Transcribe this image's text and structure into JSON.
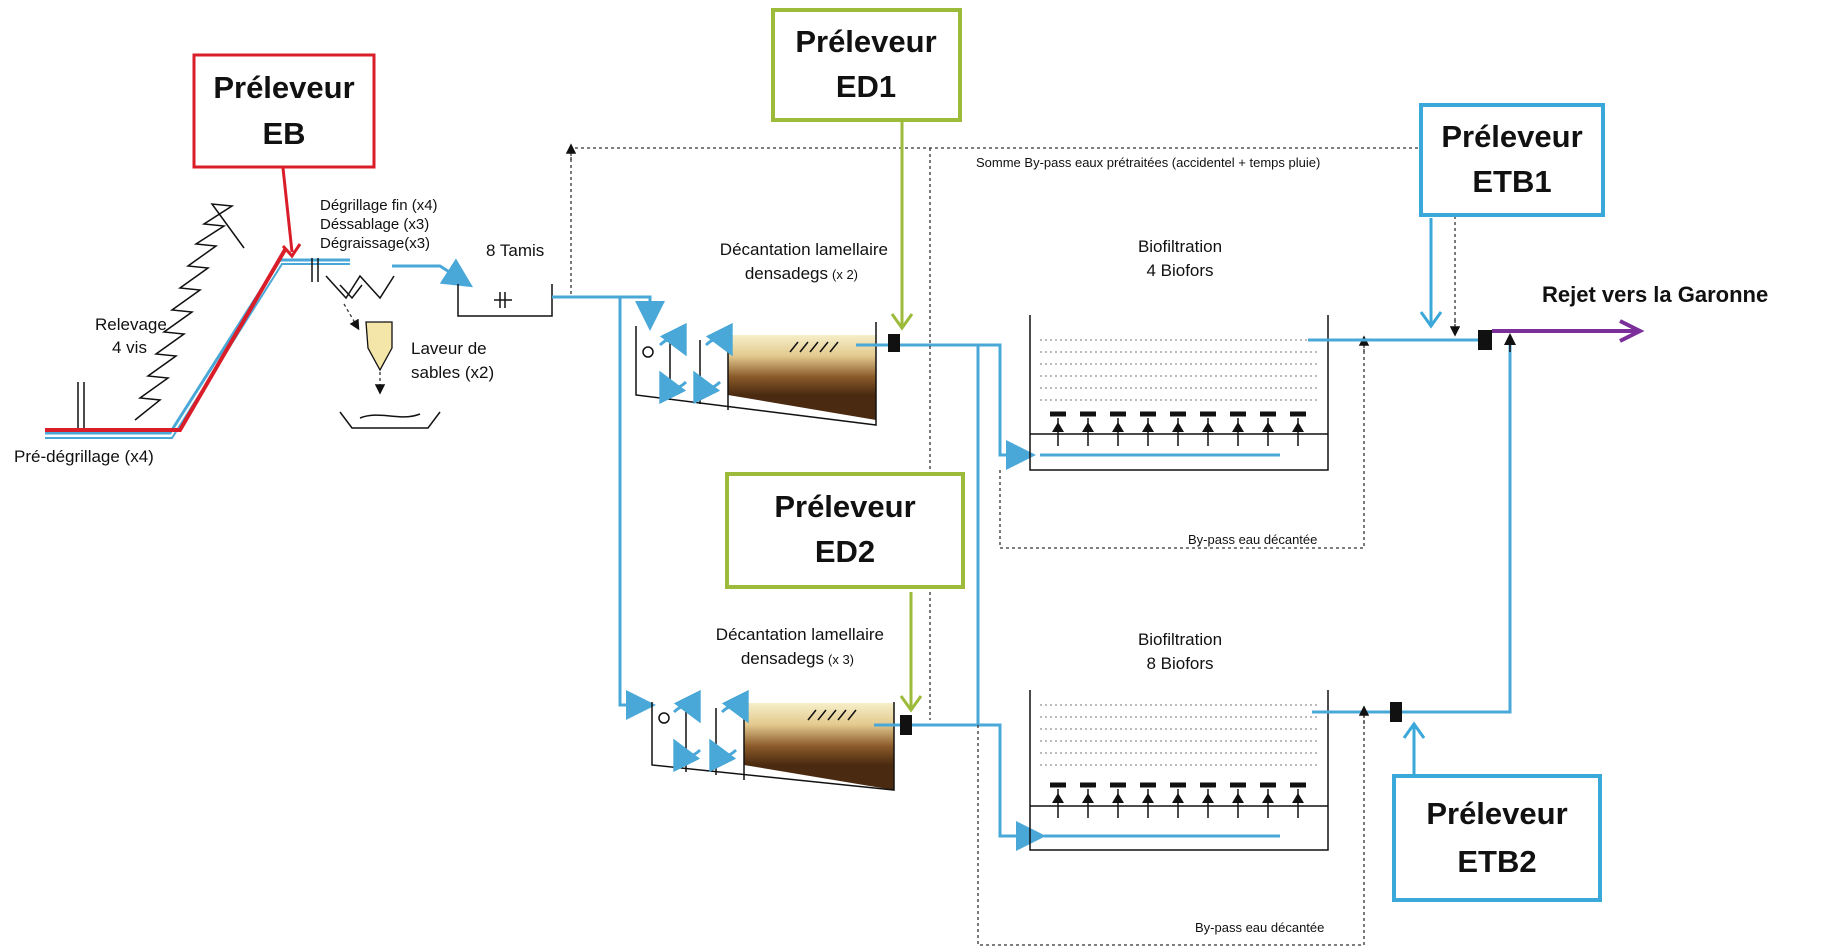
{
  "samplers": {
    "eb": {
      "line1": "Préleveur",
      "line2": "EB",
      "color": "#d91e2a"
    },
    "ed1": {
      "line1": "Préleveur",
      "line2": "ED1",
      "color": "#9cbb3a"
    },
    "ed2": {
      "line1": "Préleveur",
      "line2": "ED2",
      "color": "#9cbb3a"
    },
    "etb1": {
      "line1": "Préleveur",
      "line2": "ETB1",
      "color": "#3aa8d8"
    },
    "etb2": {
      "line1": "Préleveur",
      "line2": "ETB2",
      "color": "#3aa8d8"
    }
  },
  "labels": {
    "pre_degrillage": "Pré-dégrillage (x4)",
    "relevage_1": "Relevage",
    "relevage_2": "4  vis",
    "degrillage_fin": "Dégrillage fin (x4)",
    "dessablage": "Déssablage (x3)",
    "degraissage": "Dégraissage(x3)",
    "laveur_1": "Laveur de",
    "laveur_2": "sables (x2)",
    "tamis": "8 Tamis",
    "dec1_line1": "Décantation lamellaire",
    "dec1_line2": "densadegs",
    "dec1_count": "(x 2)",
    "dec2_line1": "Décantation lamellaire",
    "dec2_line2": "densadegs",
    "dec2_count": "(x 3)",
    "bio1_line1": "Biofiltration",
    "bio1_line2": "4 Biofors",
    "bio2_line1": "Biofiltration",
    "bio2_line2": "8 Biofors",
    "bypass_top": "Somme By-pass eaux prétraitées (accidentel + temps pluie)",
    "bypass_dec1": "By-pass eau décantée",
    "bypass_dec2": "By-pass eau décantée",
    "rejet": "Rejet vers la Garonne"
  },
  "colors": {
    "water": "#4aa8d8",
    "raw_water": "#d91e2a",
    "outlet": "#7a2f9a",
    "green": "#9cbb3a",
    "sludge_dark": "#5a3414",
    "sludge_light": "#f4ecc0"
  }
}
